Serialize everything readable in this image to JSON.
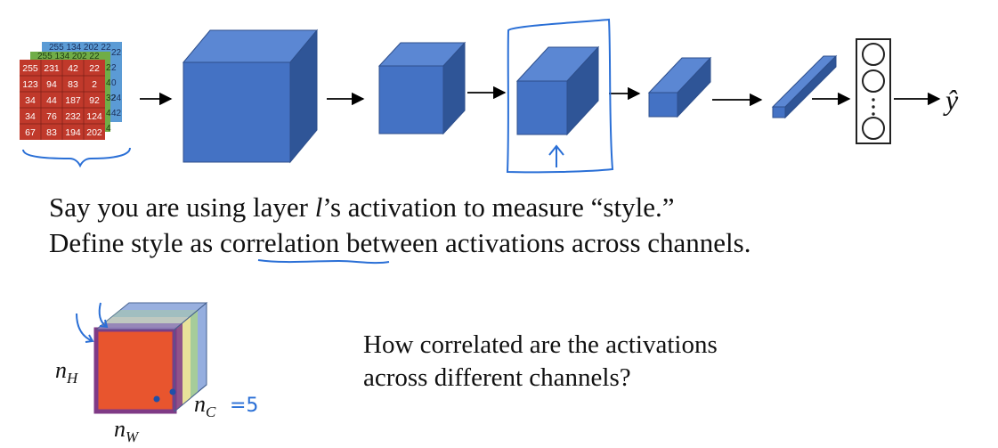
{
  "colors": {
    "cube_front": "#4472c4",
    "cube_top": "#5b87d3",
    "cube_side": "#2f5597",
    "cube_edge": "#2e4f8c",
    "ink_blue": "#2a6fd6",
    "img_red": "#c0392b",
    "img_green": "#70ad47",
    "img_blue": "#5b9bd5",
    "vol_red": "#e8552e",
    "vol_yellow": "#f1e49a",
    "vol_green": "#a9d18e",
    "vol_blue": "#7f9fd8",
    "vol_purple": "#7f3a86"
  },
  "input_image": {
    "red_grid": [
      [
        "255",
        "231",
        "42",
        "22"
      ],
      [
        "123",
        "94",
        "83",
        "2"
      ],
      [
        "34",
        "44",
        "187",
        "92"
      ],
      [
        "34",
        "76",
        "232",
        "124"
      ],
      [
        "67",
        "83",
        "194",
        "202"
      ]
    ],
    "green_top": "255 134 202 22",
    "blue_top": "255 134 202 22",
    "green_right": [
      "2",
      "4",
      "32",
      "4",
      "4"
    ],
    "blue_right": [
      "22",
      "2",
      "0",
      "24",
      "42"
    ]
  },
  "output_label": "ŷ",
  "caption": {
    "line1_a": "Say you are using layer ",
    "line1_l": "l",
    "line1_b": "’s activation to measure “style.”",
    "line2_a": "Define style as ",
    "line2_word": "correlation",
    "line2_b": " between activations across channels."
  },
  "volume_labels": {
    "nh": "n",
    "nh_sub": "H",
    "nw": "n",
    "nw_sub": "W",
    "nc": "n",
    "nc_sub": "C",
    "nc_value": "=5"
  },
  "question": {
    "line1": "How correlated are the activations",
    "line2": "across different channels?"
  }
}
